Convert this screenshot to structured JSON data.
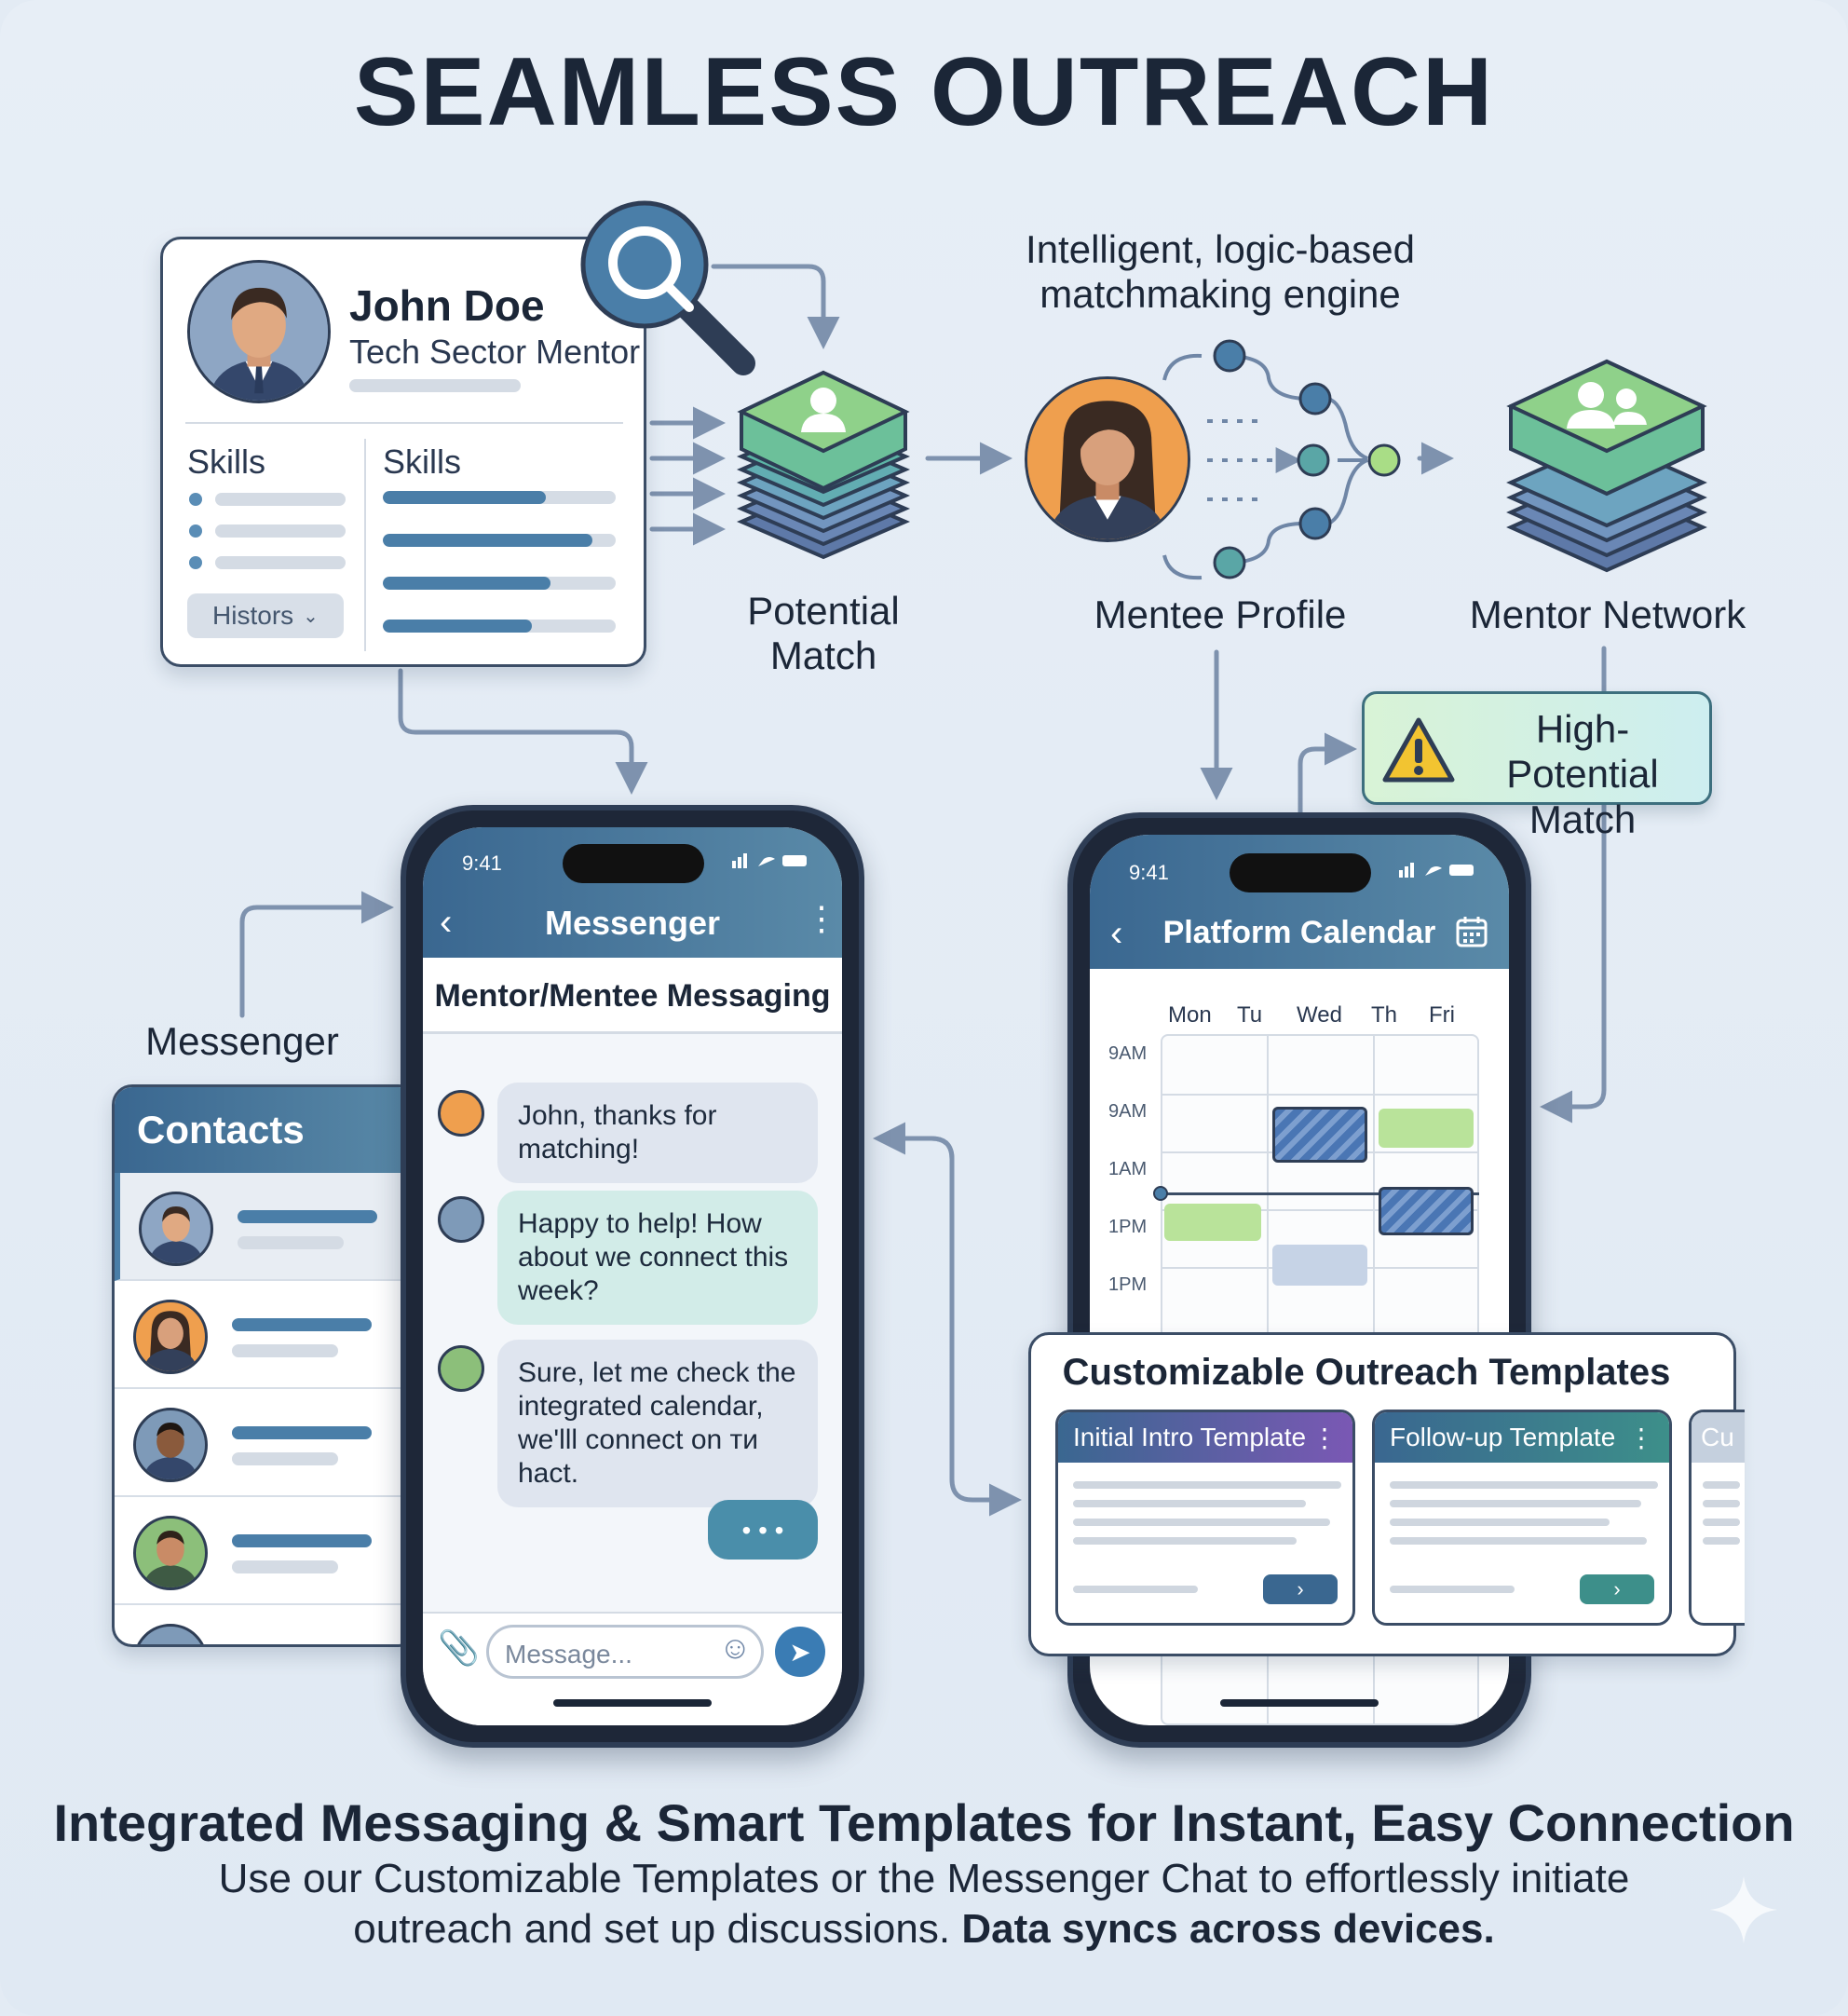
{
  "title": "SEAMLESS OUTREACH",
  "profile": {
    "name": "John Doe",
    "role": "Tech Sector Mentor",
    "skills_left_label": "Skills",
    "skills_right_label": "Skills",
    "skill_levels": [
      0.7,
      0.9,
      0.72,
      0.64
    ],
    "history_button": "Histors"
  },
  "engine": {
    "note": "Intelligent, logic-based matchmaking engine",
    "potential_match": "Potential Match",
    "mentee_profile": "Mentee Profile",
    "mentor_network": "Mentor Network",
    "high_potential": "High-Potential Match"
  },
  "messenger_label": "Messenger",
  "contacts": {
    "title": "Contacts"
  },
  "messenger_phone": {
    "time": "9:41",
    "app_title": "Messenger",
    "section_title": "Mentor/Mentee Messaging",
    "messages": [
      "John, thanks for matching!",
      "Happy to help! How about we connect this week?",
      "Sure, let me check the integrated calendar, we'lll connect on ти hact."
    ],
    "typing": "• • •",
    "input_placeholder": "Message..."
  },
  "calendar_phone": {
    "time": "9:41",
    "app_title": "Platform Calendar",
    "days": [
      "Mon",
      "Tu",
      "Wed",
      "Th",
      "Fri"
    ],
    "times": [
      "9AM",
      "9AM",
      "1AM",
      "1PM",
      "1PM"
    ]
  },
  "templates": {
    "title": "Customizable Outreach Templates",
    "cards": [
      "Initial Intro Template",
      "Follow-up Template",
      "Cu"
    ]
  },
  "footer": {
    "heading": "Integrated Messaging & Smart Templates for Instant, Easy Connection",
    "line1": "Use our Customizable Templates or the Messenger Chat to effortlessly initiate",
    "line2_plain": "outreach and set up discussions.",
    "line2_bold": "Data syncs across devices."
  },
  "colors": {
    "accent_blue": "#3a6790",
    "teal": "#3d8f8a",
    "green": "#a9dd86",
    "hatch_blue": "#4a76b4",
    "purple": "#7a58b4",
    "warning_yellow": "#f2c431"
  }
}
